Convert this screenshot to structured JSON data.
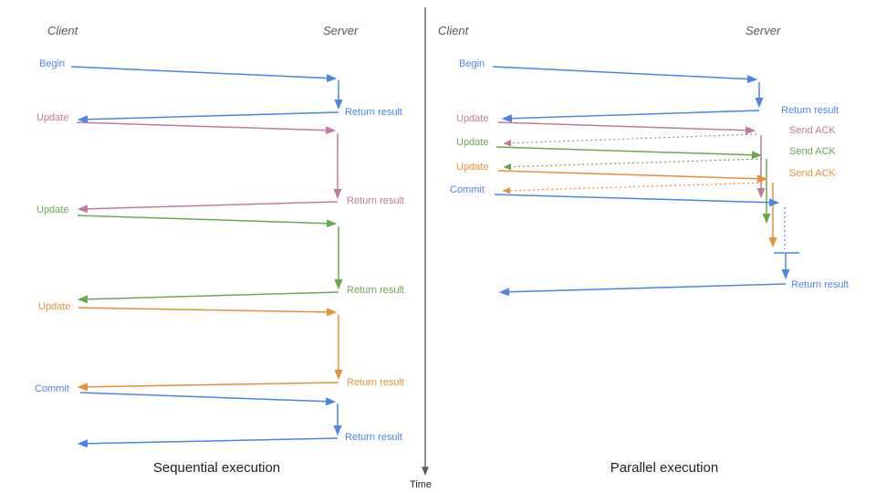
{
  "palette": {
    "blue": "#4a86e8",
    "pink": "#c27ba0",
    "green": "#6aa84f",
    "orange": "#e69138",
    "axis_gray": "#595959",
    "text_black": "#1f1f1f"
  },
  "left": {
    "caption": "Sequential execution",
    "headers": {
      "client": "Client",
      "server": "Server"
    },
    "messages": [
      {
        "label": "Begin",
        "color": "blue",
        "response": "Return result"
      },
      {
        "label": "Update",
        "color": "pink",
        "response": "Return result"
      },
      {
        "label": "Update",
        "color": "green",
        "response": "Return result"
      },
      {
        "label": "Update",
        "color": "orange",
        "response": "Return result"
      },
      {
        "label": "Commit",
        "color": "blue",
        "response": "Return result"
      }
    ]
  },
  "right": {
    "caption": "Parallel execution",
    "headers": {
      "client": "Client",
      "server": "Server"
    },
    "messages": [
      {
        "label": "Begin",
        "color": "blue",
        "response": "Return result"
      },
      {
        "label": "Update",
        "color": "pink",
        "response": "Send ACK"
      },
      {
        "label": "Update",
        "color": "green",
        "response": "Send ACK"
      },
      {
        "label": "Update",
        "color": "orange",
        "response": "Send ACK"
      },
      {
        "label": "Commit",
        "color": "blue",
        "response": "Return result"
      }
    ]
  },
  "time_axis": {
    "label": "Time"
  }
}
